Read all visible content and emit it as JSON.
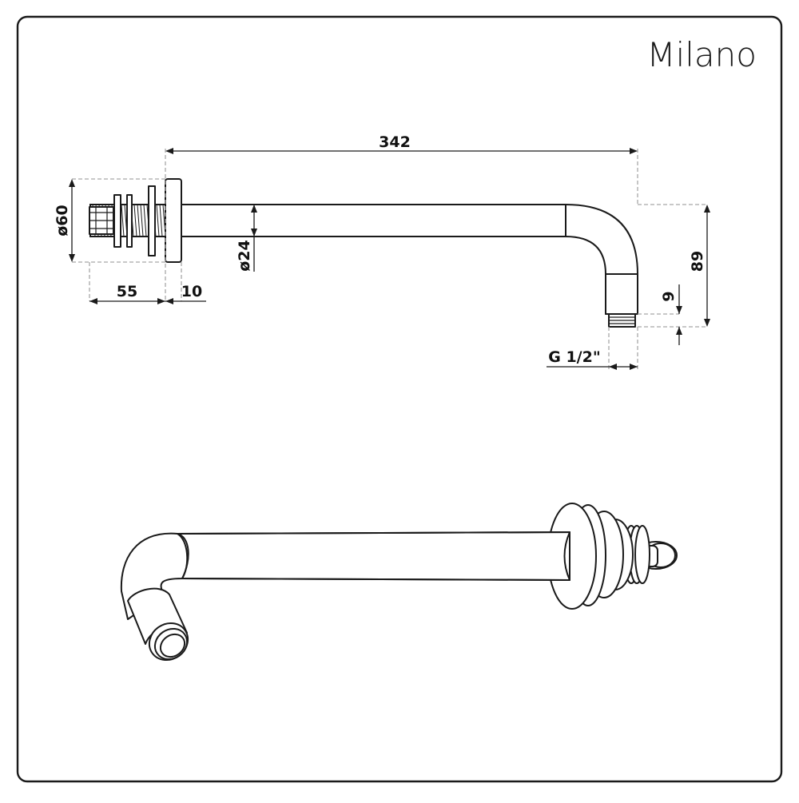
{
  "brand": "Milano",
  "dimensions": {
    "overall_length": "342",
    "flange_diameter": "ø60",
    "arm_diameter": "ø24",
    "thread_length": "55",
    "flange_thickness": "10",
    "drop_height": "89",
    "thread_depth": "9",
    "outlet_thread": "G 1/2\""
  },
  "colors": {
    "frame": "#1a1a1a",
    "extension_lines": "#a8a8a8",
    "background": "#ffffff"
  }
}
